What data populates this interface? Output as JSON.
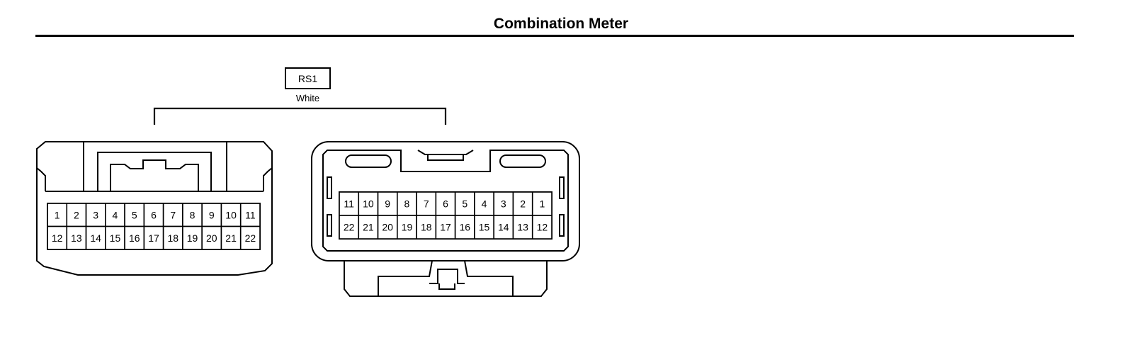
{
  "header": {
    "title": "Combination Meter"
  },
  "connector": {
    "code": "RS1",
    "color": "White"
  },
  "left_connector": {
    "pins_top": [
      "1",
      "2",
      "3",
      "4",
      "5",
      "6",
      "7",
      "8",
      "9",
      "10",
      "11"
    ],
    "pins_bottom": [
      "12",
      "13",
      "14",
      "15",
      "16",
      "17",
      "18",
      "19",
      "20",
      "21",
      "22"
    ]
  },
  "right_connector": {
    "pins_top": [
      "11",
      "10",
      "9",
      "8",
      "7",
      "6",
      "5",
      "4",
      "3",
      "2",
      "1"
    ],
    "pins_bottom": [
      "22",
      "21",
      "20",
      "19",
      "18",
      "17",
      "16",
      "15",
      "14",
      "13",
      "12"
    ]
  }
}
